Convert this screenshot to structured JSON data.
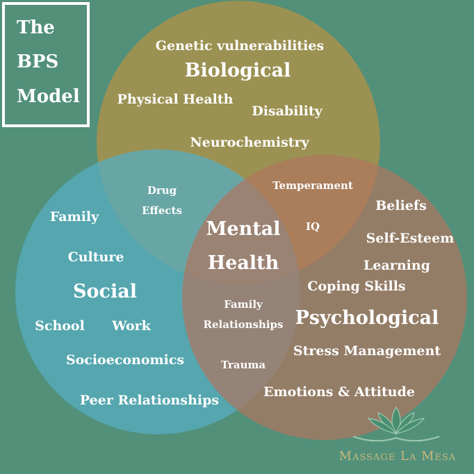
{
  "title": {
    "line1": "The",
    "line2": "BPS",
    "line3": "Model"
  },
  "colors": {
    "background": "#52907a",
    "biological": "#a3914e",
    "social": "#55acc0",
    "psychological": "#a87a6a",
    "center": "#c58a86",
    "text": "#ffffff",
    "brand": "#c8b87c"
  },
  "sets": {
    "biological": {
      "title": "Biological",
      "items": [
        "Genetic vulnerabilities",
        "Physical Health",
        "Disability",
        "Neurochemistry"
      ]
    },
    "social": {
      "title": "Social",
      "items": [
        "Family",
        "Culture",
        "School",
        "Work",
        "Socioeconomics",
        "Peer Relationships"
      ]
    },
    "psychological": {
      "title": "Psychological",
      "items": [
        "Beliefs",
        "Self-Esteem",
        "Learning",
        "Coping Skills",
        "Stress Management",
        "Emotions & Attitude"
      ]
    }
  },
  "overlaps": {
    "bio_social": [
      "Drug",
      "Effects"
    ],
    "bio_psych": [
      "Temperament",
      "IQ"
    ],
    "social_psych": [
      "Family",
      "Relationships",
      "Trauma"
    ],
    "center": [
      "Mental",
      "Health"
    ]
  },
  "brand": {
    "name": "Massage La Mesa",
    "logo": "lotus-hands-logo"
  }
}
